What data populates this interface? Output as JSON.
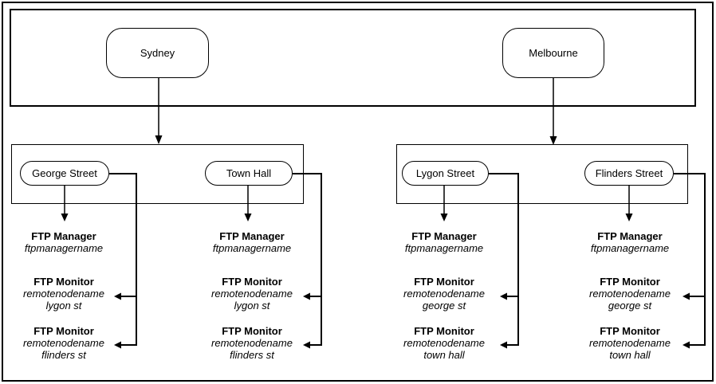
{
  "cities": [
    {
      "label": "Sydney"
    },
    {
      "label": "Melbourne"
    }
  ],
  "branches": [
    {
      "label": "George Street",
      "manager": {
        "title": "FTP Manager",
        "name": "ftpmanagername"
      },
      "monitors": [
        {
          "title": "FTP Monitor",
          "name": "remotenodename",
          "remote": "lygon st"
        },
        {
          "title": "FTP Monitor",
          "name": "remotenodename",
          "remote": "flinders st"
        }
      ]
    },
    {
      "label": "Town Hall",
      "manager": {
        "title": "FTP Manager",
        "name": "ftpmanagername"
      },
      "monitors": [
        {
          "title": "FTP Monitor",
          "name": "remotenodename",
          "remote": "lygon st"
        },
        {
          "title": "FTP Monitor",
          "name": "remotenodename",
          "remote": "flinders st"
        }
      ]
    },
    {
      "label": "Lygon Street",
      "manager": {
        "title": "FTP Manager",
        "name": "ftpmanagername"
      },
      "monitors": [
        {
          "title": "FTP Monitor",
          "name": "remotenodename",
          "remote": "george st"
        },
        {
          "title": "FTP Monitor",
          "name": "remotenodename",
          "remote": "town hall"
        }
      ]
    },
    {
      "label": "Flinders Street",
      "manager": {
        "title": "FTP Manager",
        "name": "ftpmanagername"
      },
      "monitors": [
        {
          "title": "FTP Monitor",
          "name": "remotenodename",
          "remote": "george st"
        },
        {
          "title": "FTP Monitor",
          "name": "remotenodename",
          "remote": "town hall"
        }
      ]
    }
  ],
  "colors": {
    "line": "#000000",
    "background": "#ffffff"
  }
}
